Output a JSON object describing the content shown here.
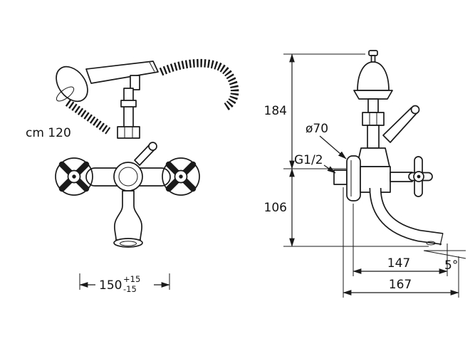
{
  "drawing": {
    "front_view": {
      "hose_label": "cm 120",
      "center_distance": {
        "value": "150",
        "tol_plus": "+15",
        "tol_minus": "-15"
      }
    },
    "side_view": {
      "height_upper": "184",
      "height_lower": "106",
      "flange_diameter": "ø70",
      "thread_size": "G1/2",
      "spout_reach": "147",
      "overall_reach": "167",
      "spout_angle": "5°"
    }
  },
  "colors": {
    "line": "#1a1a1a",
    "background": "#ffffff"
  }
}
